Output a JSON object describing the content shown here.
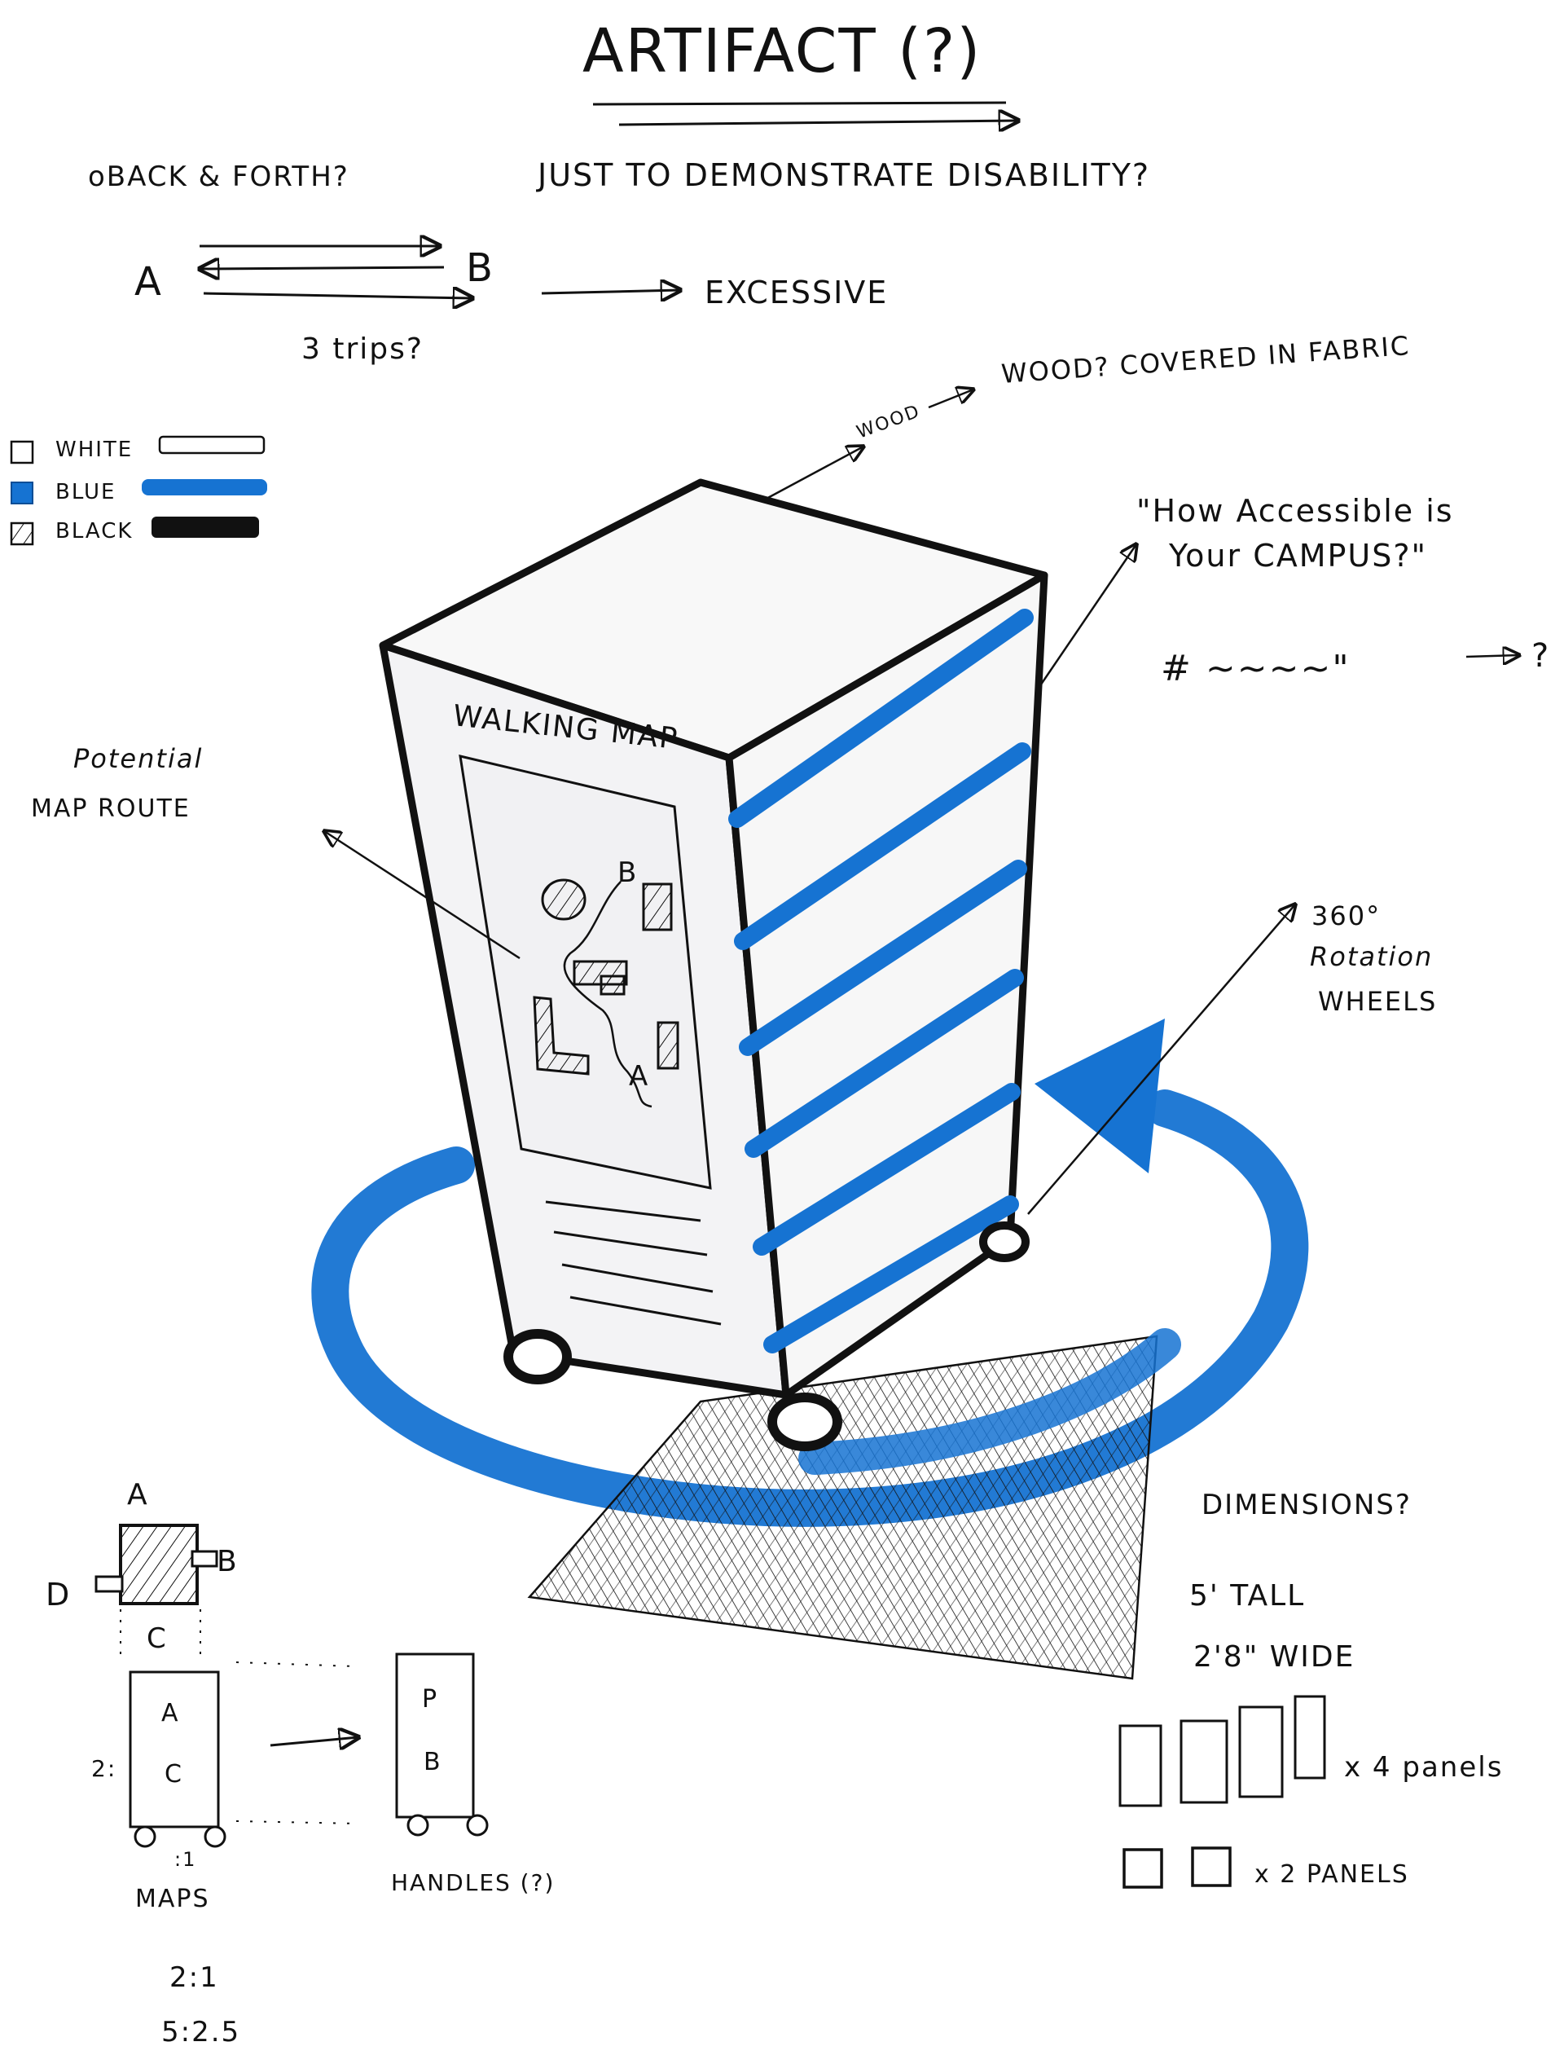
{
  "title": "ARTIFACT (?)",
  "note_back_forth": "oBACK & FORTH?",
  "note_demonstrate": "JUST TO DEMONSTRATE DISABILITY?",
  "diagram_a": "A",
  "diagram_b": "B",
  "note_excessive": "EXCESSIVE",
  "note_trips": "3 trips?",
  "label_wood": "WOOD",
  "note_wood_fabric": "WOOD? COVERED IN FABRIC",
  "legend": {
    "white": "WHITE",
    "blue": "BLUE",
    "black": "BLACK",
    "white_color": "#ffffff",
    "blue_color": "#1673d2",
    "black_color": "#111111"
  },
  "quote_line1": "\"How Accessible is",
  "quote_line2": "Your CAMPUS?\"",
  "hashtag": "# ~~~~\"",
  "hashtag_end": "?",
  "walking_map": "WALKING MAP",
  "map_point_b": "B",
  "map_point_a": "A",
  "potential_map_route": [
    "Potential",
    "MAP ROUTE"
  ],
  "rotation_wheels": [
    "360°",
    "Rotation",
    "WHEELS"
  ],
  "dimensions": {
    "heading": "DIMENSIONS?",
    "tall": "5' TALL",
    "wide": "2'8\" WIDE",
    "panels_4": "x 4 panels",
    "panels_2": "x 2 PANELS"
  },
  "plan": {
    "top_a": "A",
    "top_b": "B",
    "top_c": "C",
    "top_d": "D",
    "box1_top": "A",
    "box1_bottom": "C",
    "box2_top": "P",
    "box2_bottom": "B",
    "ratio_side": "2:",
    "ratio_under": ":1",
    "maps": "MAPS",
    "handles": "HANDLES (?)",
    "ratio_1": "2:1",
    "ratio_2": "5:2.5"
  }
}
